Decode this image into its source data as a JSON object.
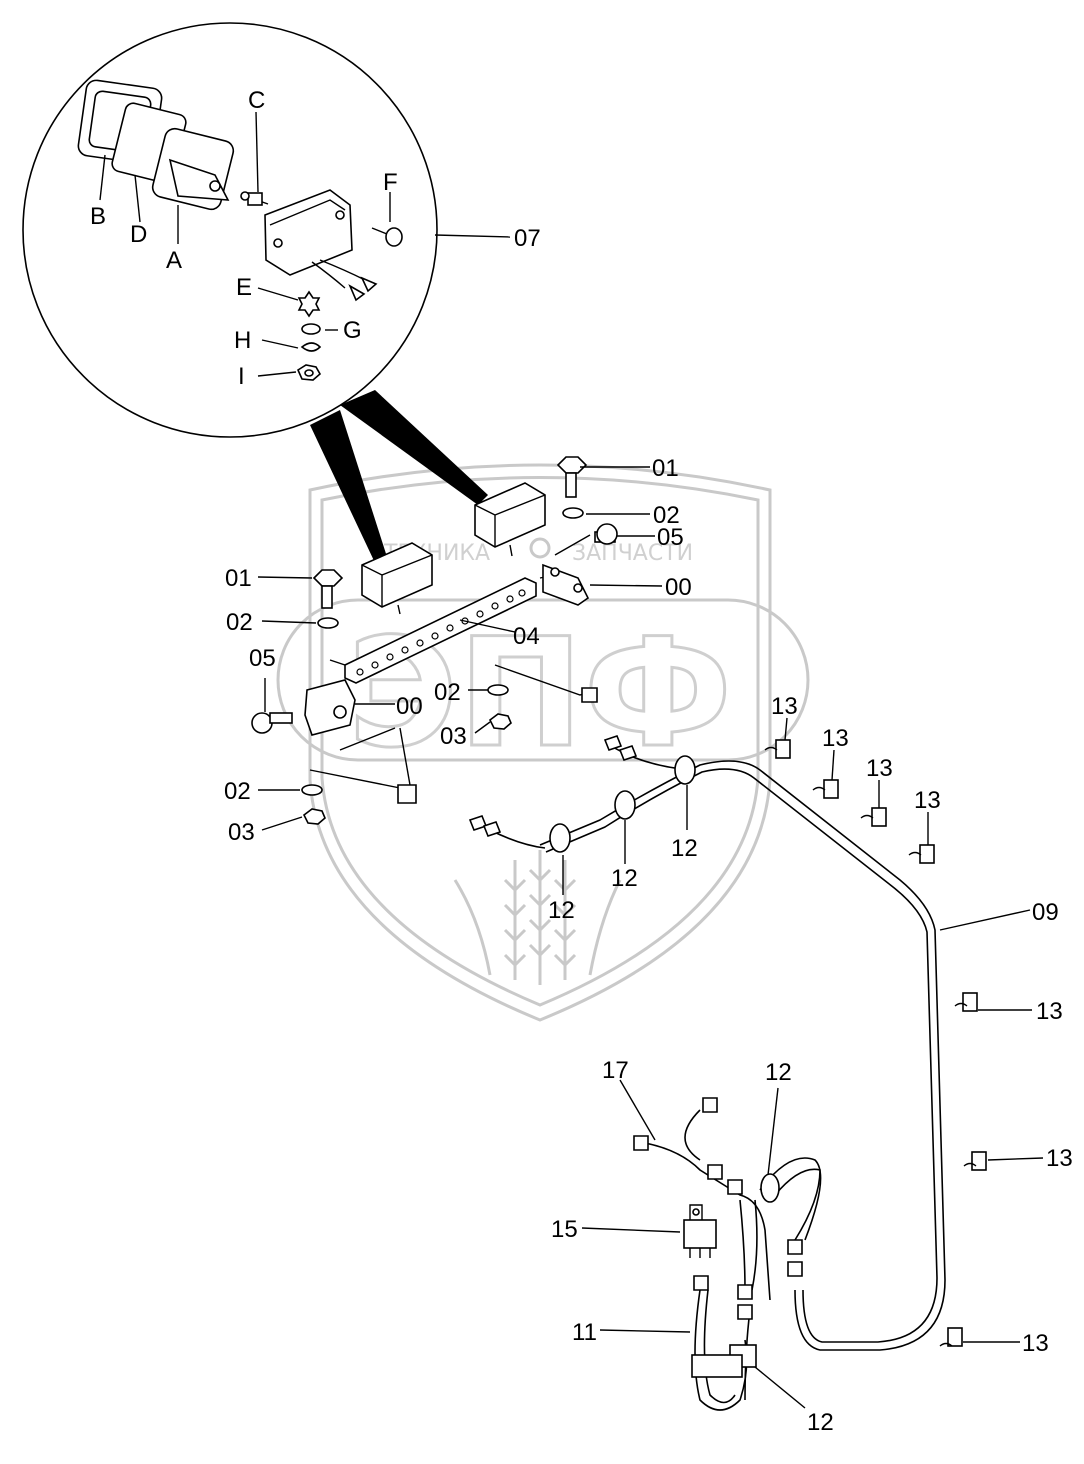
{
  "watermark": {
    "left_text": "ТЕХНИКА",
    "right_text": "ЗАПЧАСТИ",
    "big_text": "ЭПФ"
  },
  "detail_labels": {
    "A": "A",
    "B": "B",
    "C": "C",
    "D": "D",
    "E": "E",
    "F": "F",
    "G": "G",
    "H": "H",
    "I": "I"
  },
  "callouts": {
    "c07": "07",
    "c01a": "01",
    "c02a": "02",
    "c05a": "05",
    "c00a": "00",
    "c01b": "01",
    "c02b": "02",
    "c04": "04",
    "c05b": "05",
    "c00b": "00",
    "c02c": "02",
    "c03a": "03",
    "c02d": "02",
    "c03b": "03",
    "c13a": "13",
    "c13b": "13",
    "c13c": "13",
    "c13d": "13",
    "c12a": "12",
    "c12b": "12",
    "c12c": "12",
    "c09": "09",
    "c13e": "13",
    "c17": "17",
    "c12d": "12",
    "c13f": "13",
    "c15": "15",
    "c11": "11",
    "c13g": "13",
    "c12e": "12"
  }
}
